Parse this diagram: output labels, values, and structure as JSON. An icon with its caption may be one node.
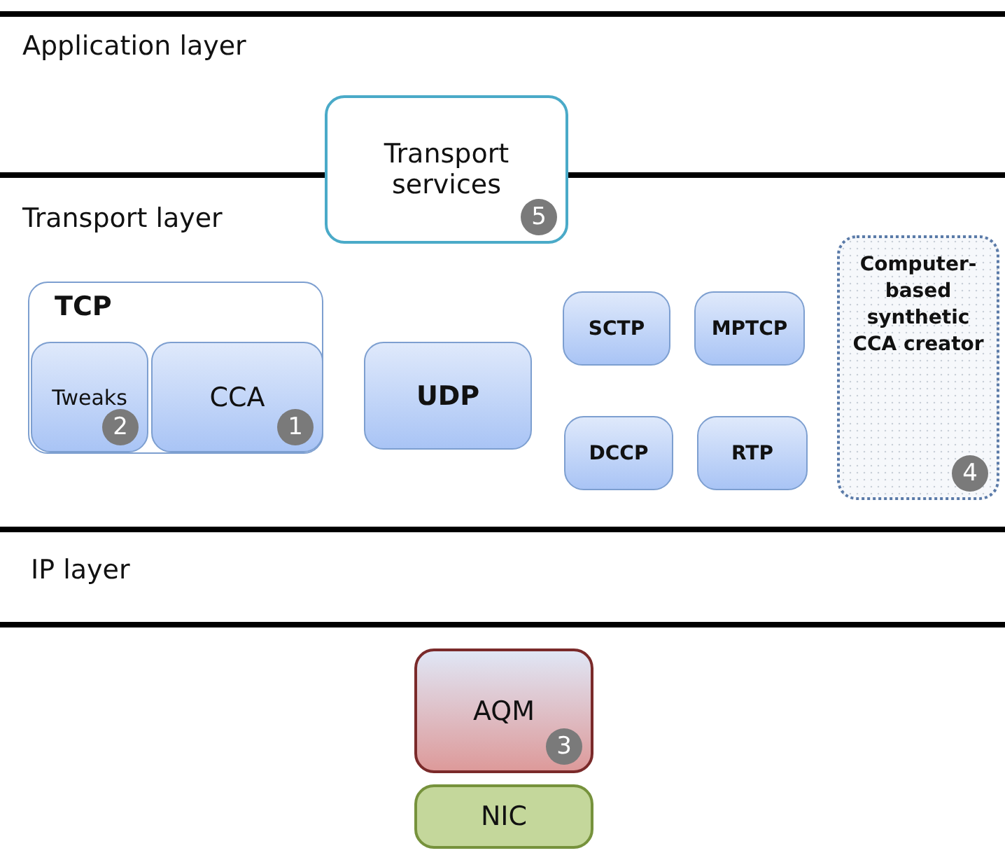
{
  "diagram": {
    "nodes": [
      {
        "text": [
          "Transport services",
          "5"
        ]
      },
      {
        "text": [
          "TCP"
        ]
      },
      {
        "text": [
          "Tweaks",
          "2"
        ],
        "in": 1
      },
      {
        "text": [
          "CCA",
          "1"
        ],
        "in": 1
      },
      {
        "text": [
          "UDP"
        ]
      },
      {
        "text": [
          "SCTP"
        ]
      },
      {
        "text": [
          "MPTCP"
        ]
      },
      {
        "text": [
          "DCCP"
        ]
      },
      {
        "text": [
          "RTP"
        ]
      },
      {
        "text": [
          "Computer-based synthetic CCA creator",
          "4"
        ]
      },
      {
        "text": [
          "AQM",
          "3"
        ]
      },
      {
        "text": [
          "NIC"
        ]
      }
    ],
    "edges": [],
    "labels": [
      "Application layer",
      "Transport layer",
      "IP layer"
    ]
  }
}
